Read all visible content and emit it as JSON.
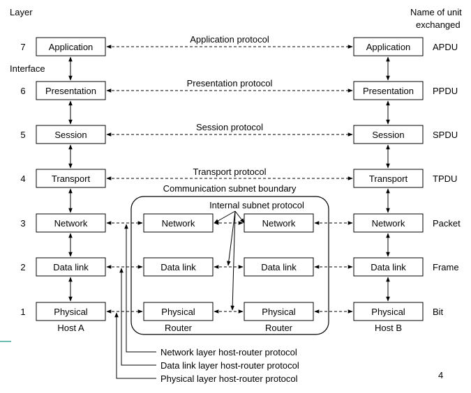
{
  "headers": {
    "layer": "Layer",
    "unit_line1": "Name of unit",
    "unit_line2": "exchanged",
    "interface": "Interface"
  },
  "layers": [
    {
      "number": "7",
      "name": "Application",
      "protocol": "Application protocol",
      "unit": "APDU"
    },
    {
      "number": "6",
      "name": "Presentation",
      "protocol": "Presentation protocol",
      "unit": "PPDU"
    },
    {
      "number": "5",
      "name": "Session",
      "protocol": "Session protocol",
      "unit": "SPDU"
    },
    {
      "number": "4",
      "name": "Transport",
      "protocol": "Transport protocol",
      "unit": "TPDU"
    },
    {
      "number": "3",
      "name": "Network",
      "unit": "Packet"
    },
    {
      "number": "2",
      "name": "Data link",
      "unit": "Frame"
    },
    {
      "number": "1",
      "name": "Physical",
      "unit": "Bit"
    }
  ],
  "subnet": {
    "boundary_label": "Communication subnet boundary",
    "internal_protocol": "Internal subnet protocol",
    "router_boxes": [
      "Network",
      "Data link",
      "Physical"
    ],
    "router_label": "Router"
  },
  "hosts": {
    "a": "Host A",
    "b": "Host B"
  },
  "host_router_protocols": [
    "Network layer host-router protocol",
    "Data link layer host-router protocol",
    "Physical layer host-router protocol"
  ],
  "page_number": "4"
}
